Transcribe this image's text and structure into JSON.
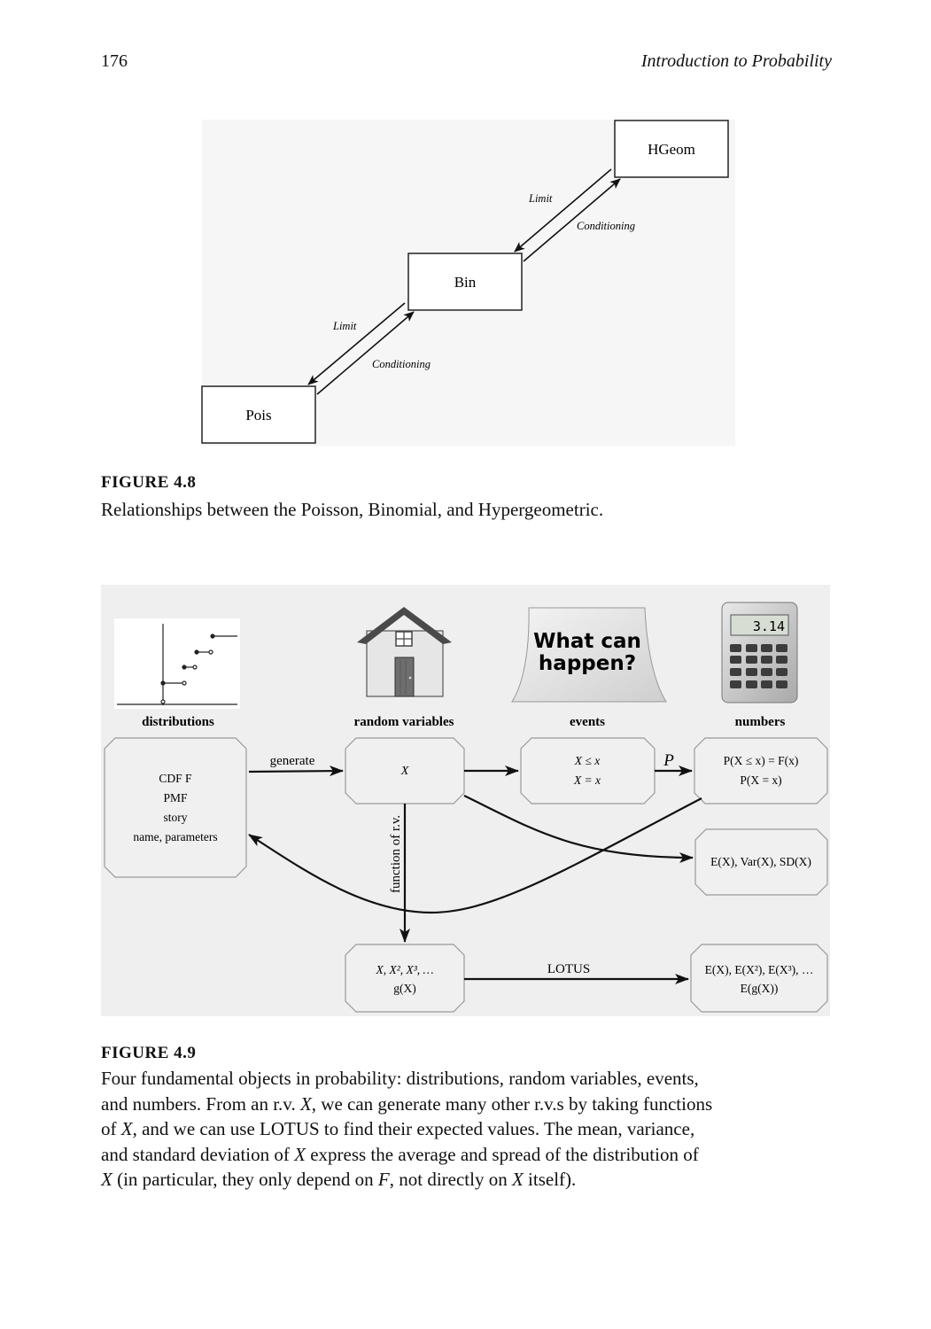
{
  "header": {
    "page_number": "176",
    "book_title": "Introduction to Probability"
  },
  "figure_4_8": {
    "label": "FIGURE 4.8",
    "caption": "Relationships between the Poisson, Binomial, and Hypergeometric.",
    "nodes": {
      "hgeom": "HGeom",
      "bin": "Bin",
      "pois": "Pois"
    },
    "edges": {
      "upper_limit": "Limit",
      "upper_conditioning": "Conditioning",
      "lower_limit": "Limit",
      "lower_conditioning": "Conditioning"
    }
  },
  "figure_4_9": {
    "label": "FIGURE 4.9",
    "caption": {
      "p1": "Four fundamental objects in probability: distributions, random variables, events,",
      "p2": "and numbers. From an r.v. ",
      "p2_var": "X",
      "p2_end": ", we can generate many other r.v.s by taking functions",
      "p3": "of ",
      "p3_var": "X",
      "p3_end": ", and we can use LOTUS to find their expected values. The mean, variance,",
      "p4": "and standard deviation of ",
      "p4_var": "X",
      "p4_end": " express the average and spread of the distribution of",
      "p5_var": "X",
      "p5": " (in particular, they only depend on ",
      "p5_var2": "F",
      "p5_mid": ", not directly on ",
      "p5_var3": "X",
      "p5_end": " itself)."
    },
    "column_headers": {
      "distributions": "distributions",
      "random_variables": "random variables",
      "events": "events",
      "numbers": "numbers"
    },
    "sign_text": {
      "line1": "What can",
      "line2": "happen?"
    },
    "calculator_display": "3.14",
    "boxes": {
      "dist_line1": "CDF F",
      "dist_line2": "PMF",
      "dist_line3": "story",
      "dist_line4": "name, parameters",
      "rv": "X",
      "events_line1": "X ≤ x",
      "events_line2": "X = x",
      "prob_line1": "P(X ≤ x) = F(x)",
      "prob_line2": "P(X = x)",
      "moments": "E(X), Var(X), SD(X)",
      "func_line1": "X, X², X³, …",
      "func_line2": "g(X)",
      "lotus_line1": "E(X), E(X²), E(X³), …",
      "lotus_line2": "E(g(X))"
    },
    "arrow_labels": {
      "generate": "generate",
      "p": "P",
      "function_of_rv": "function of r.v.",
      "lotus": "LOTUS"
    }
  }
}
